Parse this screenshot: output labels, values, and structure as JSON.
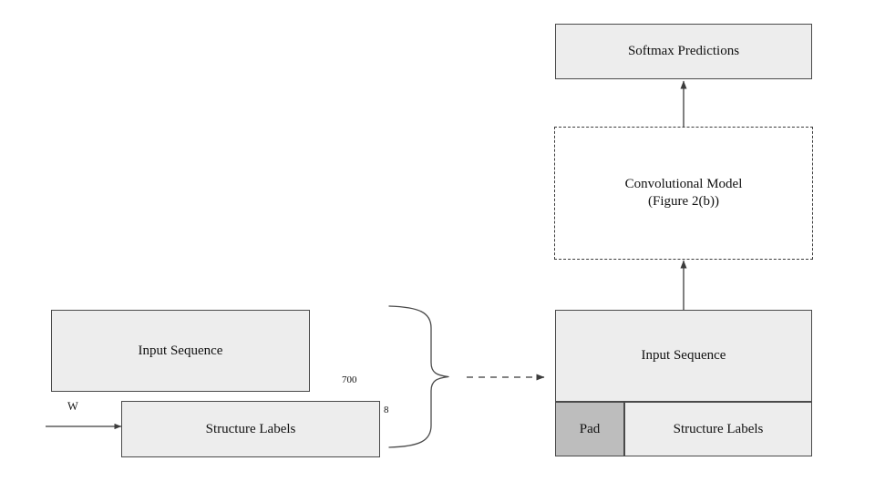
{
  "figure": {
    "type": "architecture-diagram",
    "background_color": "#ffffff",
    "box_fill": "#ededed",
    "pad_fill": "#bdbdbd",
    "stroke_color": "#4a4a4a"
  },
  "left_group": {
    "input_sequence_label": "Input Sequence",
    "structure_labels_label": "Structure Labels",
    "width_annotation": "700",
    "height_annotation": "8",
    "incoming_edge_label": "W"
  },
  "connector": {
    "brace": "right-curly-brace",
    "arrow": "dashed-arrow-right"
  },
  "right_group": {
    "softmax_label": "Softmax Predictions",
    "model_label": "Convolutional Model\n(Figure 2(b))",
    "input_sequence_label": "Input Sequence",
    "pad_label": "Pad",
    "structure_labels_label": "Structure Labels"
  }
}
